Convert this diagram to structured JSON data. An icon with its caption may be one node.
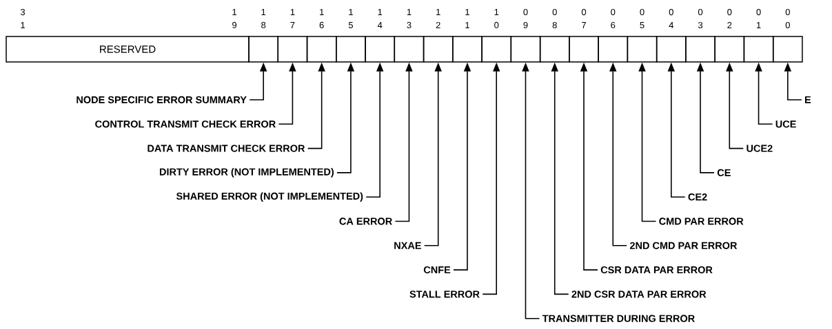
{
  "diagram": {
    "nodes": [
      {
        "text": [
          "RESERVED"
        ]
      },
      {
        "text": [],
        "shape": "box"
      },
      {
        "text": [],
        "shape": "box"
      },
      {
        "text": [],
        "shape": "box"
      },
      {
        "text": [],
        "shape": "box"
      },
      {
        "text": [],
        "shape": "box"
      },
      {
        "text": [],
        "shape": "box"
      },
      {
        "text": [],
        "shape": "box"
      },
      {
        "text": [],
        "shape": "box"
      },
      {
        "text": [],
        "shape": "box"
      },
      {
        "text": [],
        "shape": "box"
      },
      {
        "text": [],
        "shape": "box"
      },
      {
        "text": [],
        "shape": "box"
      },
      {
        "text": [],
        "shape": "box"
      },
      {
        "text": [],
        "shape": "box"
      },
      {
        "text": [],
        "shape": "box"
      },
      {
        "text": [],
        "shape": "box"
      },
      {
        "text": [],
        "shape": "box"
      },
      {
        "text": [],
        "shape": "box"
      },
      {
        "text": [],
        "shape": "box"
      },
      {
        "text": [
          "NODE SPECIFIC ERROR SUMMARY"
        ]
      },
      {
        "text": [
          "CONTROL TRANSMIT CHECK ERROR"
        ]
      },
      {
        "text": [
          "DATA TRANSMIT CHECK ERROR"
        ]
      },
      {
        "text": [
          "DIRTY ERROR (NOT IMPLEMENTED)"
        ]
      },
      {
        "text": [
          "SHARED ERROR (NOT IMPLEMENTED)"
        ]
      },
      {
        "text": [
          "CA ERROR"
        ]
      },
      {
        "text": [
          "NXAE"
        ]
      },
      {
        "text": [
          "CNFE"
        ]
      },
      {
        "text": [
          "STALL ERROR"
        ]
      },
      {
        "text": [
          "TRANSMITTER DURING ERROR"
        ]
      },
      {
        "text": [
          "2ND CSR DATA PAR ERROR"
        ]
      },
      {
        "text": [
          "CSR DATA PAR ERROR"
        ]
      },
      {
        "text": [
          "2ND CMD PAR ERROR"
        ]
      },
      {
        "text": [
          "CMD PAR ERROR"
        ]
      },
      {
        "text": [
          "CE2"
        ]
      },
      {
        "text": [
          "CE"
        ]
      },
      {
        "text": [
          "UCE2"
        ]
      },
      {
        "text": [
          "UCE"
        ]
      },
      {
        "text": [
          "E"
        ]
      }
    ],
    "edges": [
      {
        "from": 20,
        "to": 1,
        "arrow": "to"
      },
      {
        "from": 21,
        "to": 2,
        "arrow": "to"
      },
      {
        "from": 22,
        "to": 3,
        "arrow": "to"
      },
      {
        "from": 23,
        "to": 4,
        "arrow": "to"
      },
      {
        "from": 24,
        "to": 5,
        "arrow": "to"
      },
      {
        "from": 25,
        "to": 6,
        "arrow": "to"
      },
      {
        "from": 26,
        "to": 7,
        "arrow": "to"
      },
      {
        "from": 27,
        "to": 8,
        "arrow": "to"
      },
      {
        "from": 28,
        "to": 9,
        "arrow": "to"
      },
      {
        "from": 29,
        "to": 10,
        "arrow": "to"
      },
      {
        "from": 30,
        "to": 11,
        "arrow": "to"
      },
      {
        "from": 31,
        "to": 12,
        "arrow": "to"
      },
      {
        "from": 32,
        "to": 13,
        "arrow": "to"
      },
      {
        "from": 33,
        "to": 14,
        "arrow": "to"
      },
      {
        "from": 34,
        "to": 15,
        "arrow": "to"
      },
      {
        "from": 35,
        "to": 16,
        "arrow": "to"
      },
      {
        "from": 36,
        "to": 17,
        "arrow": "to"
      },
      {
        "from": 37,
        "to": 18,
        "arrow": "to"
      },
      {
        "from": 38,
        "to": 19,
        "arrow": "to"
      }
    ],
    "labels": [
      "3 1",
      "1 9",
      "1 8",
      "1 7",
      "1 6",
      "1 5",
      "1 4",
      "1 3",
      "1 2",
      "1 1",
      "1 0",
      "0 9",
      "0 8",
      "0 7",
      "0 6",
      "0 5",
      "0 4",
      "0 3",
      "0 2",
      "0 1",
      "0 0"
    ]
  }
}
